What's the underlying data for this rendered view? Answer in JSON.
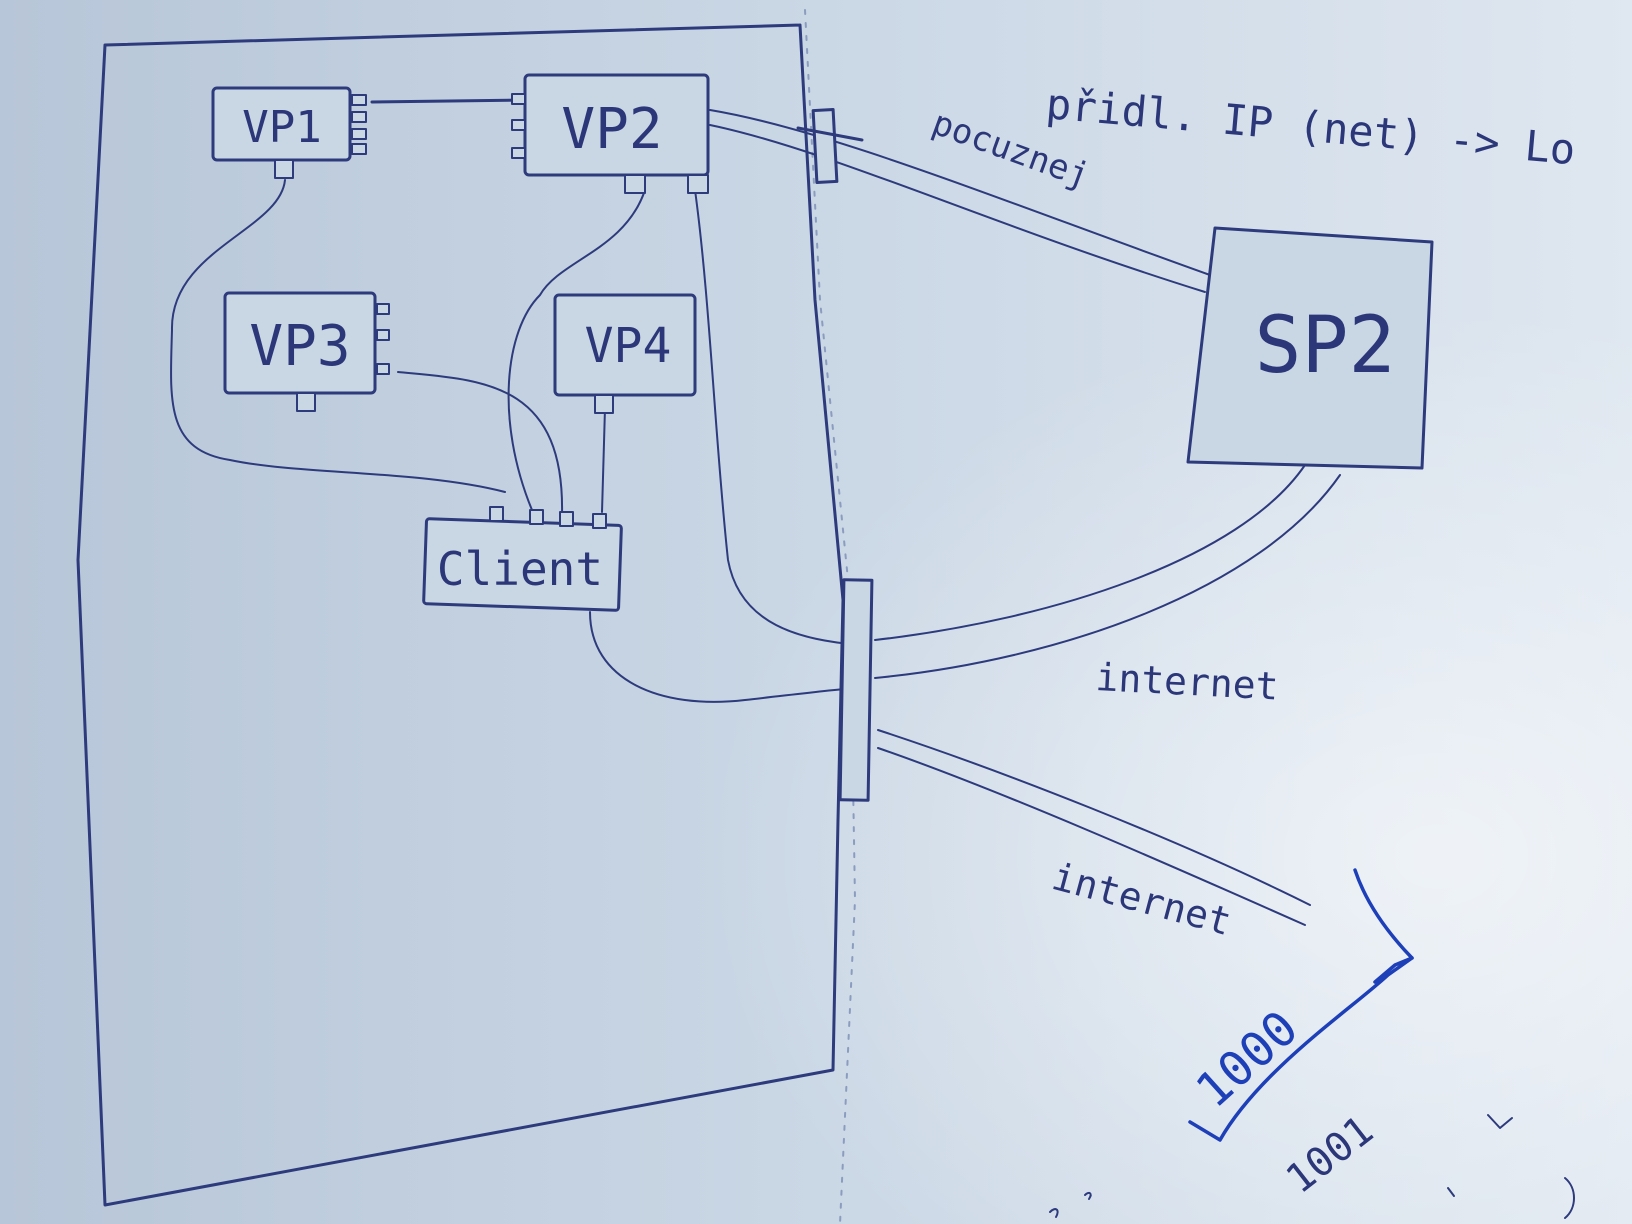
{
  "nodes": {
    "vp1": "VP1",
    "vp2": "VP2",
    "vp3": "VP3",
    "vp4": "VP4",
    "client": "Client",
    "sp2": "SP2"
  },
  "annotations": {
    "top_note": "přidl. IP (net) -> Lo",
    "pocuznej": "pocuznej",
    "internet_1": "internet",
    "internet_2": "internet",
    "num_1000": "1000",
    "num_1001": "1001"
  },
  "colors": {
    "paper": "#c9d6e4",
    "pencil": "#2d3a7c",
    "ink_blue": "#1d3fb8"
  }
}
